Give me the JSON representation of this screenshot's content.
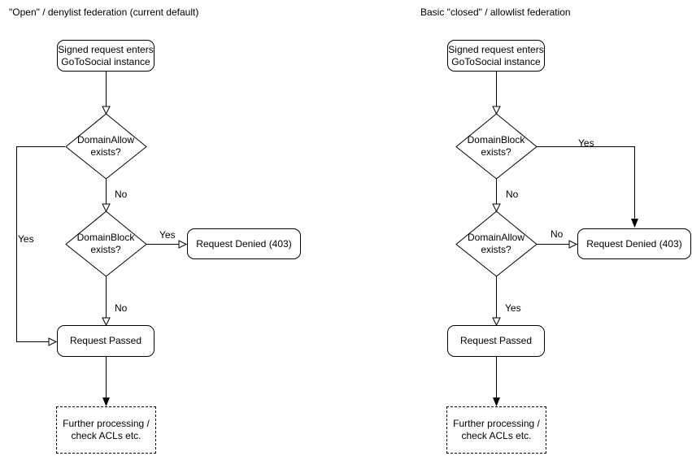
{
  "colors": {
    "stroke": "#000000",
    "text": "#000000",
    "node_fill": "#ffffff",
    "page_background": "#ffffff"
  },
  "left_chart": {
    "title": "\"Open\" / denylist federation (current default)",
    "start": {
      "line1": "Signed request enters",
      "line2": "GoToSocial instance"
    },
    "decision1": {
      "line1": "DomainAllow",
      "line2": "exists?",
      "yes_label": "Yes",
      "no_label": "No"
    },
    "decision2": {
      "line1": "DomainBlock",
      "line2": "exists?",
      "yes_label": "Yes",
      "no_label": "No"
    },
    "denied": {
      "label": "Request Denied (403)"
    },
    "passed": {
      "label": "Request Passed"
    },
    "further": {
      "line1": "Further processing /",
      "line2": "check ACLs etc."
    }
  },
  "right_chart": {
    "title": "Basic \"closed\" / allowlist federation",
    "start": {
      "line1": "Signed request enters",
      "line2": "GoToSocial instance"
    },
    "decision1": {
      "line1": "DomainBlock",
      "line2": "exists?",
      "yes_label": "Yes",
      "no_label": "No"
    },
    "decision2": {
      "line1": "DomainAllow",
      "line2": "exists?",
      "yes_label": "Yes",
      "no_label": "No"
    },
    "denied": {
      "label": "Request Denied (403)"
    },
    "passed": {
      "label": "Request Passed"
    },
    "further": {
      "line1": "Further processing /",
      "line2": "check ACLs etc."
    }
  }
}
